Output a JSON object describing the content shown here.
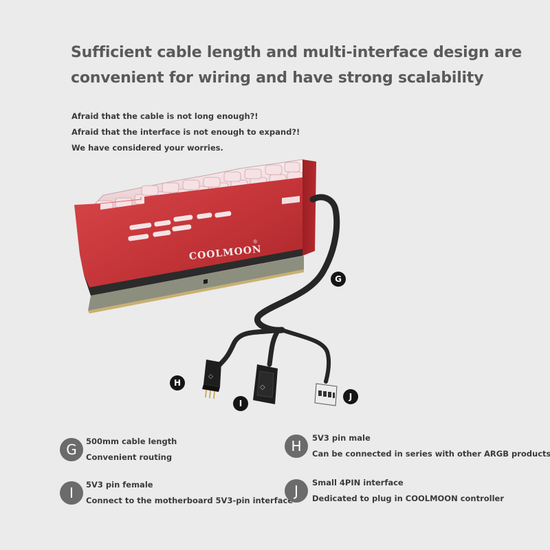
{
  "heading": {
    "line1": "Sufficient cable length and multi-interface design are",
    "line2": "convenient for wiring and have strong scalability"
  },
  "intro": {
    "line1": "Afraid that the cable is not long enough?!",
    "line2": "Afraid that the interface is not enough to expand?!",
    "line3": "We have considered your worries."
  },
  "product": {
    "brand": "COOLMOON",
    "registered": "®",
    "body_color": "#c8353a"
  },
  "markers": {
    "g": "G",
    "h": "H",
    "i": "I",
    "j": "J"
  },
  "features": [
    {
      "letter": "G",
      "title": "500mm cable length",
      "desc": "Convenient routing"
    },
    {
      "letter": "H",
      "title": "5V3 pin male",
      "desc": "Can be connected in series with other ARGB products"
    },
    {
      "letter": "I",
      "title": "5V3 pin female",
      "desc": "Connect to the motherboard 5V3-pin interface"
    },
    {
      "letter": "J",
      "title": "Small 4PIN interface",
      "desc": "Dedicated to plug in COOLMOON controller"
    }
  ]
}
